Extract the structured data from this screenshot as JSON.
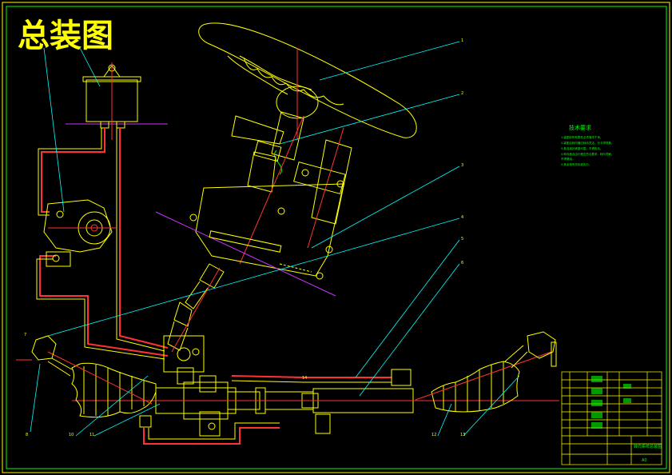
{
  "drawing": {
    "title": "总装图",
    "tech_requirements_title": "技术要求",
    "tech_requirements_lines": [
      "1.装配前所有零件必须清洗干净。",
      "2.装配后转向器应转动灵活，无卡滞现象。",
      "3.各连接处紧固可靠，不得松动。",
      "4.转向盘自由行程应符合要求，转向灵敏。",
      "  不得漏油。",
      "5.其余按有关标准执行。"
    ],
    "part_labels": {
      "p1": "1",
      "p2": "2",
      "p3": "3",
      "p4": "4",
      "p5": "5",
      "p6": "6",
      "p7": "7",
      "p8": "8",
      "p10": "10",
      "p11": "11",
      "p12": "12",
      "p13": "13",
      "p14": "14"
    },
    "title_block": {
      "name": "转向系统总装图",
      "scale": "A0"
    }
  },
  "colors": {
    "background": "#000000",
    "frame": "#ffff00",
    "outline": "#ffff00",
    "hidden": "#ff3333",
    "leader": "#00ffff",
    "accent": "#cc33ff",
    "text_green": "#00ff00",
    "white": "#ffffff"
  }
}
